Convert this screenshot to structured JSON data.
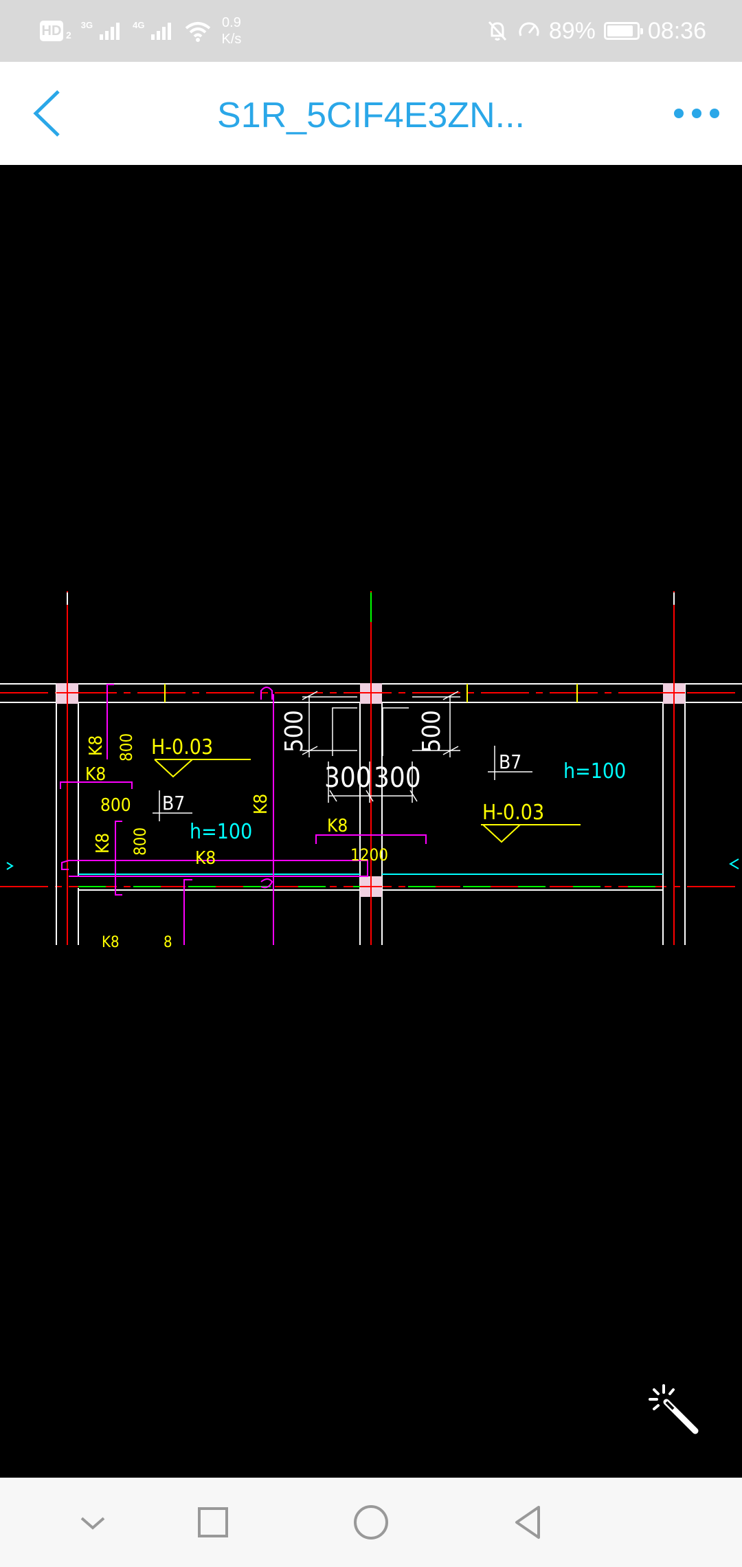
{
  "status_bar": {
    "hd_label": "HD",
    "hd_sub": "2",
    "net1": "3G",
    "net2": "4G",
    "speed_value": "0.9",
    "speed_unit": "K/s",
    "battery_text": "89%",
    "battery_level": 0.89,
    "time": "08:36"
  },
  "header": {
    "title": "S1R_5CIF4E3ZN..."
  },
  "drawing": {
    "labels": {
      "k8_a": "K8",
      "dim_800_a": "800",
      "h003_left": "H-0.03",
      "k8_b": "K8",
      "dim_800_b": "800",
      "b7_left": "B7",
      "k8_c": "K8",
      "dim_800_c": "800",
      "h100_left": "h=100",
      "k8_d": "K8",
      "dim_500_left": "500",
      "k8_vertical": "K8",
      "dim_300_left": "300",
      "dim_300_right": "300",
      "dim_500_right": "500",
      "k8_e": "K8",
      "dim_1200": "1200",
      "b7_right": "B7",
      "h100_right": "h=100",
      "h003_right": "H-0.03",
      "k8_cut": "K8",
      "num_cut": "8"
    }
  },
  "colors": {
    "accent": "#2aa7e8",
    "status_bg": "#d9d9d9",
    "cad_yellow": "#ffff00",
    "cad_magenta": "#ff00ff",
    "cad_cyan": "#00ffff",
    "cad_red": "#ff0000",
    "cad_green": "#00ff00"
  },
  "icons": {
    "back": "chevron-left-icon",
    "more": "more-horizontal-icon",
    "magic": "magic-wand-icon",
    "nav_down": "chevron-down-icon",
    "nav_recent": "square-icon",
    "nav_home": "circle-icon",
    "nav_back": "triangle-back-icon"
  }
}
